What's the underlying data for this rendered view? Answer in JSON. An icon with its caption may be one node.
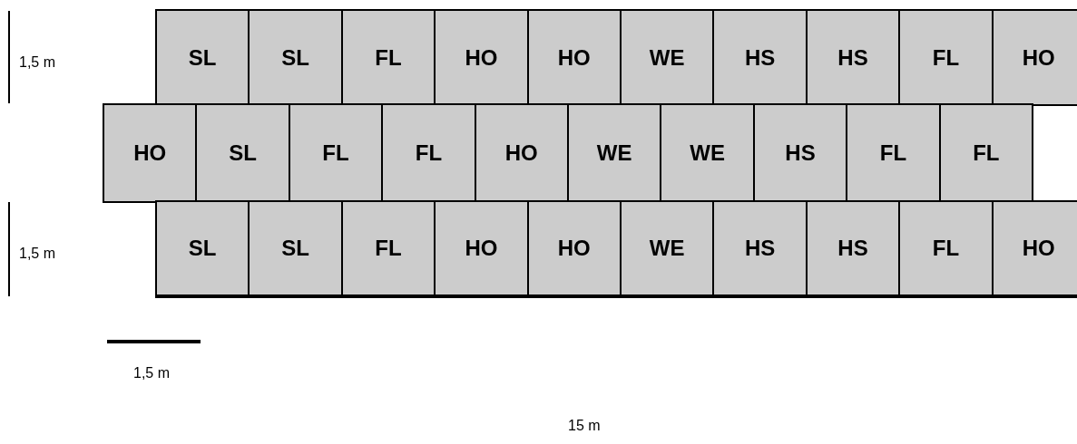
{
  "diagram": {
    "nodes": [
      {
        "text": [
          "SL"
        ]
      },
      {
        "text": [
          "SL"
        ]
      },
      {
        "text": [
          "FL"
        ]
      },
      {
        "text": [
          "HO"
        ]
      },
      {
        "text": [
          "HO"
        ]
      },
      {
        "text": [
          "WE"
        ]
      },
      {
        "text": [
          "HS"
        ]
      },
      {
        "text": [
          "HS"
        ]
      },
      {
        "text": [
          "FL"
        ]
      },
      {
        "text": [
          "HO"
        ]
      },
      {
        "text": [
          "HO"
        ]
      },
      {
        "text": [
          "SL"
        ]
      },
      {
        "text": [
          "FL"
        ]
      },
      {
        "text": [
          "FL"
        ]
      },
      {
        "text": [
          "HO"
        ]
      },
      {
        "text": [
          "WE"
        ]
      },
      {
        "text": [
          "WE"
        ]
      },
      {
        "text": [
          "HS"
        ]
      },
      {
        "text": [
          "FL"
        ]
      },
      {
        "text": [
          "FL"
        ]
      },
      {
        "text": [
          "SL"
        ]
      },
      {
        "text": [
          "SL"
        ]
      },
      {
        "text": [
          "FL"
        ]
      },
      {
        "text": [
          "HO"
        ]
      },
      {
        "text": [
          "HO"
        ]
      },
      {
        "text": [
          "WE"
        ]
      },
      {
        "text": [
          "HS"
        ]
      },
      {
        "text": [
          "HS"
        ]
      },
      {
        "text": [
          "FL"
        ]
      },
      {
        "text": [
          "HO"
        ]
      }
    ],
    "labels": [
      "1,5 m",
      "1,5 m",
      "1,5 m",
      "15 m"
    ]
  }
}
